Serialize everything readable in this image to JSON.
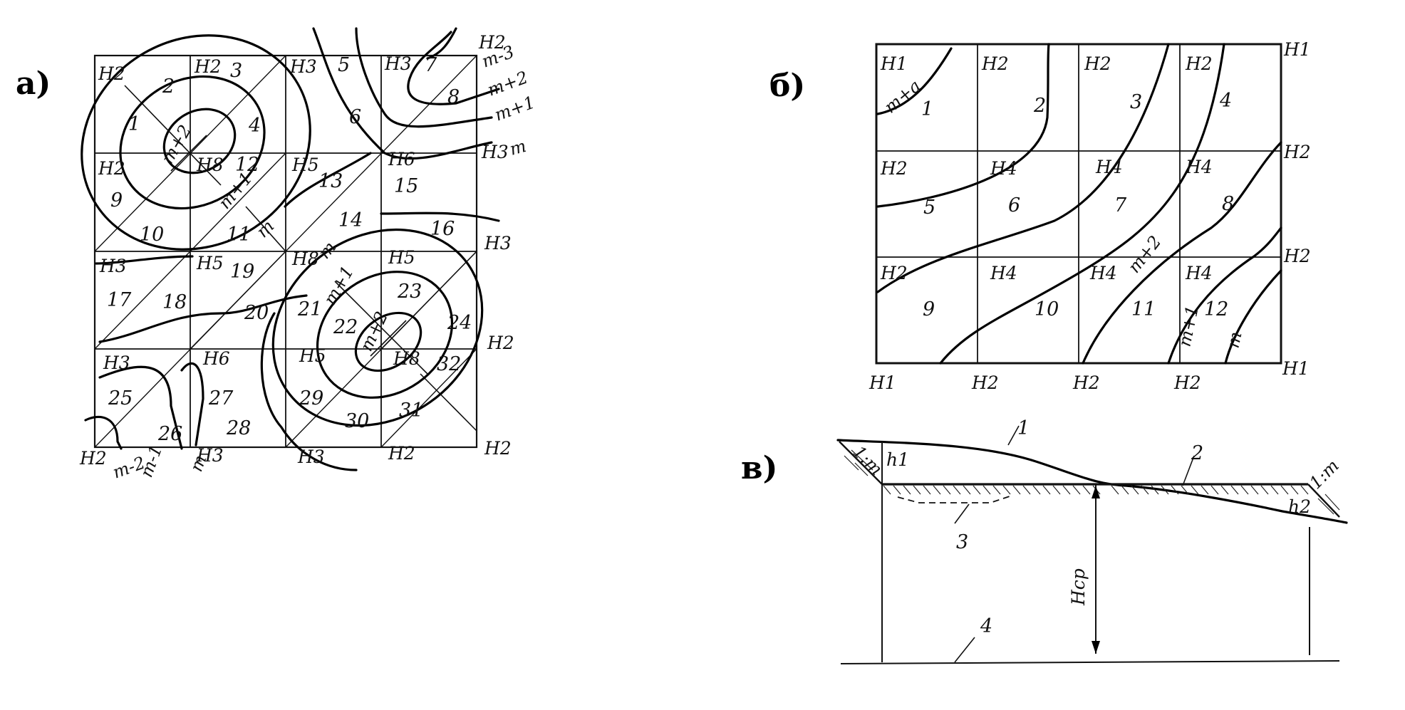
{
  "panels": {
    "a": "а)",
    "b": "б)",
    "v": "в)"
  },
  "panel_a": {
    "cells": [
      "1",
      "2",
      "3",
      "4",
      "5",
      "6",
      "7",
      "8",
      "9",
      "10",
      "11",
      "12",
      "13",
      "14",
      "15",
      "16",
      "17",
      "18",
      "19",
      "20",
      "21",
      "22",
      "23",
      "24",
      "25",
      "26",
      "27",
      "28",
      "29",
      "30",
      "31",
      "32"
    ],
    "nodes": {
      "n1": "H2",
      "n2": "H2",
      "n3": "H3",
      "n4": "H3",
      "n5": "H2",
      "n6": "H2",
      "n7": "H8",
      "n8": "H5",
      "n9": "H6",
      "n10": "H3",
      "n11": "H3",
      "n12": "H5",
      "n13": "H8",
      "n14": "H5",
      "n15": "H3",
      "n16": "H3",
      "n17": "H6",
      "n18": "H5",
      "n19": "H8",
      "n20": "H2",
      "n21": "H2",
      "n22": "H3",
      "n23": "H3",
      "n24": "H2",
      "n25": "H2"
    },
    "contours": {
      "tr1": "m-3",
      "tr2": "m+2",
      "tr3": "m+1",
      "tr4": "m",
      "h1a": "m+2",
      "h1b": "m+1",
      "h1c": "m",
      "h2a": "m",
      "h2b": "m+1",
      "h2c": "m+2",
      "bl1": "m-2",
      "bl2": "m-1",
      "bl3": "m"
    }
  },
  "panel_b": {
    "cells": [
      "1",
      "2",
      "3",
      "4",
      "5",
      "6",
      "7",
      "8",
      "9",
      "10",
      "11",
      "12"
    ],
    "nodes": {
      "r0c0": "H1",
      "r0c1": "H2",
      "r0c2": "H2",
      "r0c3": "H2",
      "r0c4": "H1",
      "r1c0": "H2",
      "r1c1": "H4",
      "r1c2": "H4",
      "r1c3": "H4",
      "r1c4": "H2",
      "r2c0": "H2",
      "r2c1": "H4",
      "r2c2": "H4",
      "r2c3": "H4",
      "r2c4": "H2",
      "r3c0": "H1",
      "r3c1": "H2",
      "r3c2": "H2",
      "r3c3": "H2",
      "r3c4": "H1"
    },
    "contours": {
      "c1": "m+a",
      "c2": "m+2",
      "c3": "m+1",
      "c4": "m"
    }
  },
  "panel_v": {
    "labels": {
      "l1": "1",
      "l2": "2",
      "l3": "3",
      "l4": "4",
      "h1": "h1",
      "h2": "h2",
      "hcp": "Hср",
      "slopeL": "1:m",
      "slopeR": "1:m"
    }
  }
}
